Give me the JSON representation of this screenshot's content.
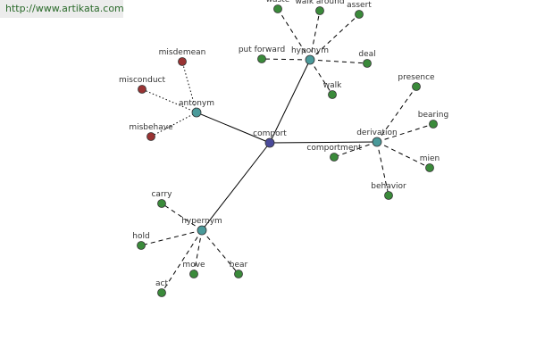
{
  "watermark": {
    "text": "http://www.artikata.com"
  },
  "colors": {
    "center": "#4a4a9a",
    "category": "#4a9a9a",
    "leaf": "#3a8a3a",
    "antonym_leaf": "#993333"
  },
  "graph": {
    "center": {
      "label": "comport"
    },
    "categories": [
      {
        "id": "hyponym",
        "label": "hyponym",
        "edge": "dashed",
        "leaves": [
          {
            "label": "waste"
          },
          {
            "label": "walk around"
          },
          {
            "label": "assert"
          },
          {
            "label": "put forward"
          },
          {
            "label": "deal"
          },
          {
            "label": "walk"
          }
        ]
      },
      {
        "id": "antonym",
        "label": "antonym",
        "edge": "dotted",
        "leaf_color": "antonym_leaf",
        "leaves": [
          {
            "label": "misdemean"
          },
          {
            "label": "misconduct"
          },
          {
            "label": "misbehave"
          }
        ]
      },
      {
        "id": "derivation",
        "label": "derivation",
        "edge": "dashed",
        "leaves": [
          {
            "label": "presence"
          },
          {
            "label": "bearing"
          },
          {
            "label": "comportment"
          },
          {
            "label": "mien"
          },
          {
            "label": "behavior"
          }
        ]
      },
      {
        "id": "hypernym",
        "label": "hypernym",
        "edge": "dashed",
        "leaves": [
          {
            "label": "carry"
          },
          {
            "label": "hold"
          },
          {
            "label": "move"
          },
          {
            "label": "bear"
          },
          {
            "label": "act"
          }
        ]
      }
    ]
  }
}
